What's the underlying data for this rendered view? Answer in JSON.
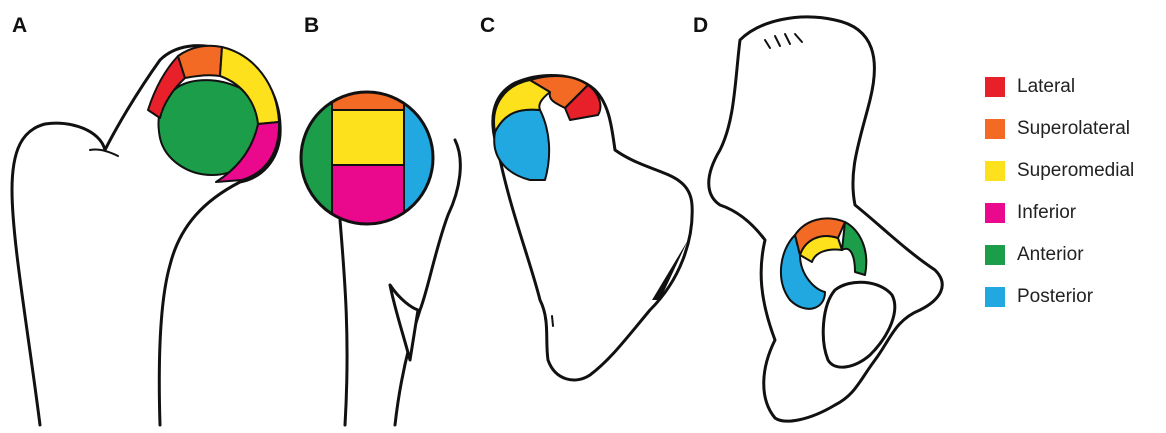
{
  "panels": [
    {
      "letter": "A"
    },
    {
      "letter": "B"
    },
    {
      "letter": "C"
    },
    {
      "letter": "D"
    }
  ],
  "legend": [
    {
      "label": "Lateral",
      "color": "#e8202a"
    },
    {
      "label": "Superolateral",
      "color": "#f26a24"
    },
    {
      "label": "Superomedial",
      "color": "#fde11c"
    },
    {
      "label": "Inferior",
      "color": "#ea098d"
    },
    {
      "label": "Anterior",
      "color": "#1c9d49"
    },
    {
      "label": "Posterior",
      "color": "#21a8e0"
    }
  ]
}
